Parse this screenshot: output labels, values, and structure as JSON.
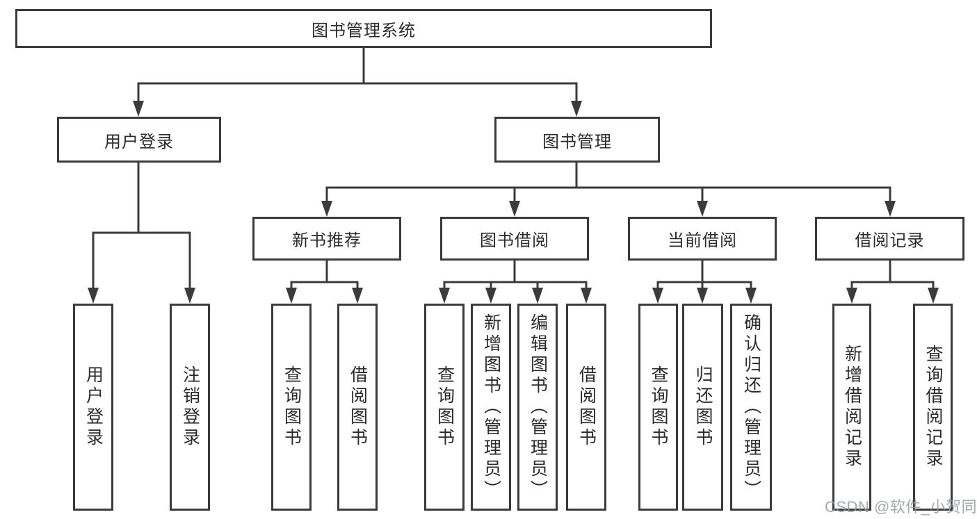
{
  "diagram": {
    "root": {
      "label": "图书管理系统"
    },
    "level2": [
      {
        "label": "用户登录"
      },
      {
        "label": "图书管理"
      }
    ],
    "level3": [
      {
        "label": "新书推荐"
      },
      {
        "label": "图书借阅"
      },
      {
        "label": "当前借阅"
      },
      {
        "label": "借阅记录"
      }
    ],
    "leaves": {
      "user_login": [
        {
          "label": "用户登录"
        },
        {
          "label": "注销登录"
        }
      ],
      "new_book_rec": [
        {
          "label": "查询图书"
        },
        {
          "label": "借阅图书"
        }
      ],
      "book_borrow": [
        {
          "label": "查询图书"
        },
        {
          "label": "新增图书（管理员）"
        },
        {
          "label": "编辑图书（管理员）"
        },
        {
          "label": "借阅图书"
        }
      ],
      "current_borrow": [
        {
          "label": "查询图书"
        },
        {
          "label": "归还图书"
        },
        {
          "label": "确认归还（管理员）"
        }
      ],
      "borrow_record": [
        {
          "label": "新增借阅记录"
        },
        {
          "label": "查询借阅记录"
        }
      ]
    },
    "watermark": "CSDN @软件_小贺同学",
    "colors": {
      "line": "#3b3b3b",
      "text": "#2b2b2b",
      "background": "#ffffff",
      "watermark": "#94999e"
    }
  }
}
